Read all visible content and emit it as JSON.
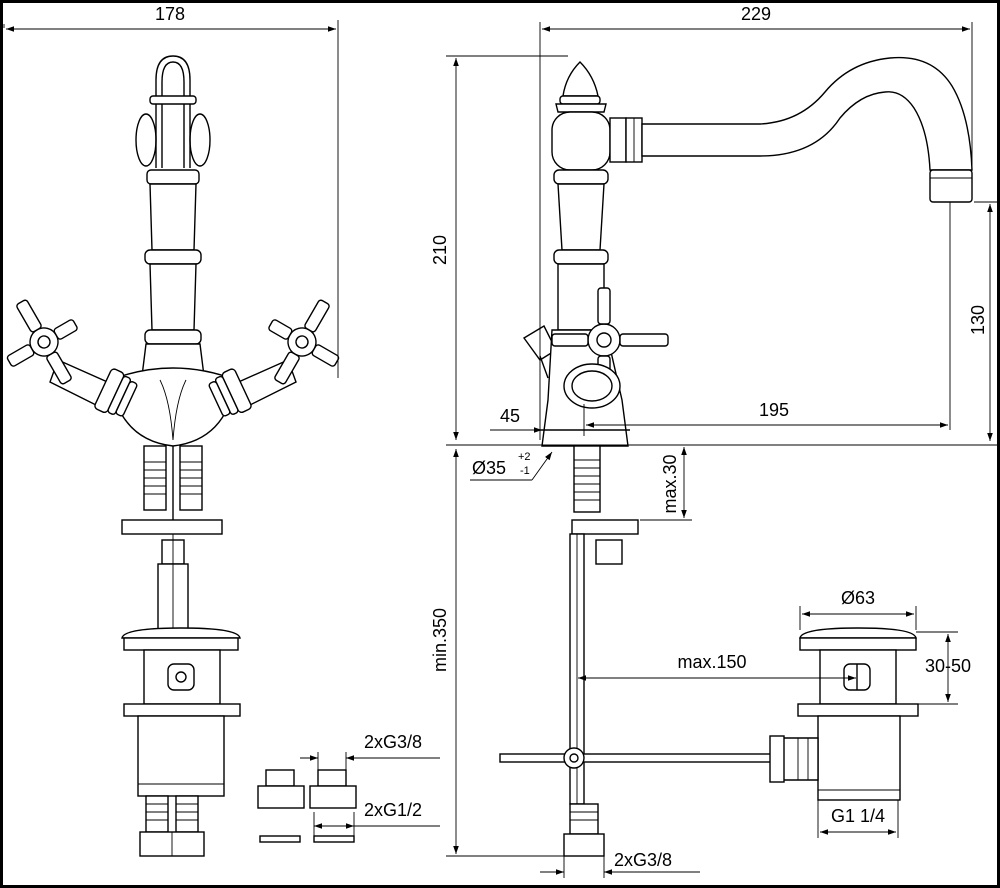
{
  "dimensions": {
    "front_width": "178",
    "side_width": "229",
    "height": "210",
    "spout_height": "130",
    "base_offset": "45",
    "spout_reach": "195",
    "hole_diameter": "Ø35",
    "hole_tol_plus": "+2",
    "hole_tol_minus": "-1",
    "deck_thickness": "max.30",
    "min_under": "min.350",
    "waste_reach": "max.150",
    "waste_diameter": "Ø63",
    "waste_range": "30-50",
    "waste_thread": "G1 1/4",
    "connector_g38": "2xG3/8",
    "connector_g12": "2xG1/2",
    "supply_g38": "2xG3/8"
  }
}
